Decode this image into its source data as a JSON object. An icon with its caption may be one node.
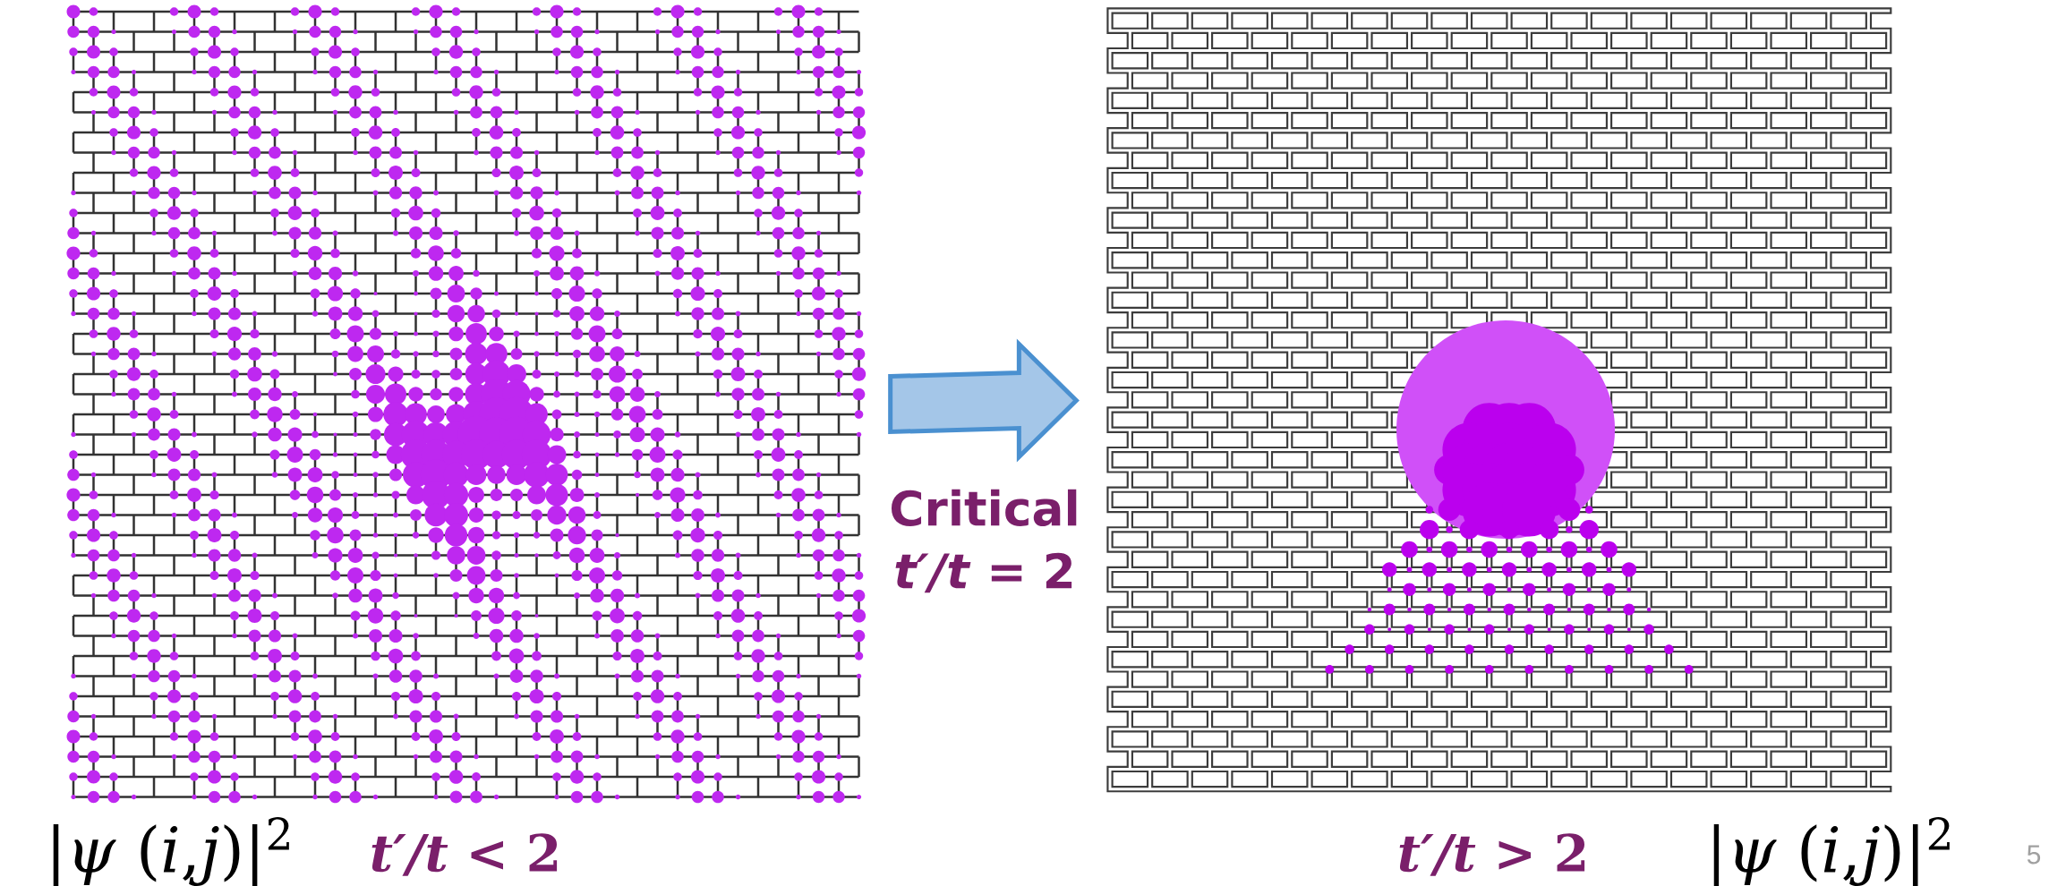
{
  "diagram": {
    "nodes": [
      {
        "text": [],
        "shape": "picture"
      },
      {
        "text": [],
        "shape": "picture"
      }
    ],
    "edges": [
      {
        "from": 0,
        "to": 1,
        "arrow": "to",
        "label": "Critical *t′/t* = 2"
      }
    ],
    "labels": [
      "|*ψ* (*i*,*j*)|$^{2}$",
      "*t′/t* < 2",
      "*t′/t* > 2",
      "|*ψ* (*i*,*j*)|$^{2}$",
      "5"
    ]
  }
}
